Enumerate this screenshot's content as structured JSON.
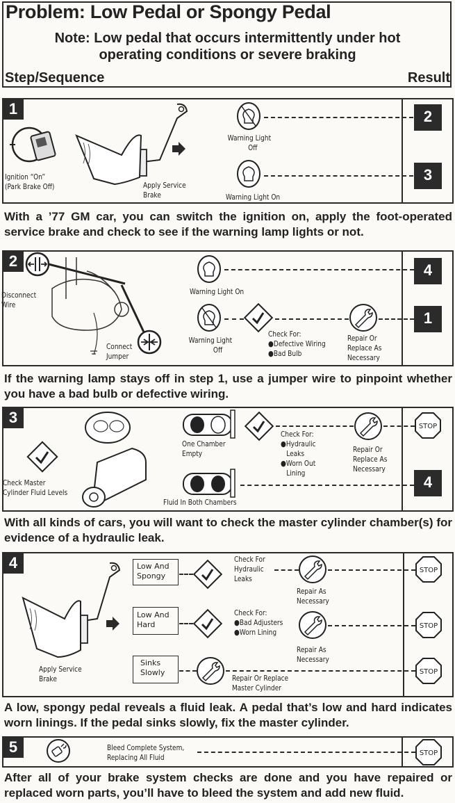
{
  "header": {
    "title": "Problem: Low Pedal or Spongy Pedal",
    "note_line1": "Note: Low pedal that occurs intermittently under hot",
    "note_line2": "operating conditions or severe braking",
    "col_left": "Step/Sequence",
    "col_right": "Result"
  },
  "steps": [
    {
      "number": "1",
      "labels": {
        "ignition_line1": "Ignition “On”",
        "ignition_line2": "(Park Brake Off)",
        "apply_line1": "Apply Service",
        "apply_line2": "Brake",
        "light_off_line1": "Warning Light",
        "light_off_line2": "Off",
        "light_on": "Warning Light On"
      },
      "results": [
        "2",
        "3"
      ],
      "icons": [
        "ignition-switch-icon",
        "foot-on-brake-pedal-icon",
        "arrow-right-icon",
        "bulb-off-icon",
        "bulb-on-icon"
      ],
      "caption": "With a ’77 GM car, you can switch the ignition on, apply the foot-operated service brake and check to see if the warning lamp lights or not."
    },
    {
      "number": "2",
      "labels": {
        "disconnect_line1": "Disconnect",
        "disconnect_line2": "Wire",
        "connect_line1": "Connect",
        "connect_line2": "Jumper",
        "light_on": "Warning Light On",
        "light_off_line1": "Warning Light",
        "light_off_line2": "Off",
        "check_for": "Check For:",
        "check_items": [
          "●Defective Wiring",
          "●Bad Bulb"
        ],
        "repair_line1": "Repair Or",
        "repair_line2": "Replace As",
        "repair_line3": "Necessary"
      },
      "results": [
        "4",
        "1"
      ],
      "icons": [
        "disconnect-wire-icon",
        "connect-jumper-icon",
        "bulb-on-icon",
        "bulb-off-icon",
        "check-diamond-icon",
        "wrench-icon"
      ],
      "caption": "If the warning lamp stays off in step 1, use a jumper wire to pinpoint whether you have a bad bulb or defective wiring."
    },
    {
      "number": "3",
      "labels": {
        "check_master_line1": "Check Master",
        "check_master_line2": "Cylinder Fluid Levels",
        "one_empty_line1": "One Chamber",
        "one_empty_line2": "Empty",
        "both_full": "Fluid In Both Chambers",
        "check_for": "Check For:",
        "check_items": [
          "●Hydraulic",
          "Leaks",
          "●Worn Out",
          "Lining"
        ],
        "repair_line1": "Repair Or",
        "repair_line2": "Replace  As",
        "repair_line3": "Necessary"
      },
      "results": [
        "STOP",
        "4"
      ],
      "icons": [
        "master-cylinder-icon",
        "check-diamond-icon",
        "chamber-one-empty-icon",
        "chamber-both-full-icon",
        "wrench-icon",
        "stop-sign-icon"
      ],
      "caption": "With all kinds of cars, you will want to check the master cylinder chamber(s) for evidence of a hydraulic leak."
    },
    {
      "number": "4",
      "labels": {
        "apply_line1": "Apply Service",
        "apply_line2": "Brake",
        "row1_box_line1": "Low And",
        "row1_box_line2": "Spongy",
        "row1_check_line1": "Check For",
        "row1_check_line2": "Hydraulic",
        "row1_check_line3": "Leaks",
        "row1_repair_line1": "Repair As",
        "row1_repair_line2": "Necessary",
        "row2_box_line1": "Low And",
        "row2_box_line2": "Hard",
        "row2_check_for": "Check For:",
        "row2_check_items": [
          "●Bad Adjusters",
          "●Worn Lining"
        ],
        "row2_repair_line1": "Repair As",
        "row2_repair_line2": "Necessary",
        "row3_box_line1": "Sinks",
        "row3_box_line2": "Slowly",
        "row3_repair_line1": "Repair Or Replace",
        "row3_repair_line2": "Master Cylinder"
      },
      "results": [
        "STOP",
        "STOP",
        "STOP"
      ],
      "icons": [
        "foot-on-brake-pedal-icon",
        "arrow-right-icon",
        "check-diamond-icon",
        "wrench-icon",
        "stop-sign-icon"
      ],
      "caption": "A low, spongy pedal reveals a fluid leak. A pedal that’s low and hard indicates worn linings. If the pedal sinks slowly, fix the master cylinder."
    },
    {
      "number": "5",
      "labels": {
        "bleed_line1": "Bleed Complete System,",
        "bleed_line2": "Replacing All Fluid"
      },
      "results": [
        "STOP"
      ],
      "icons": [
        "bleeder-valve-icon",
        "stop-sign-icon"
      ],
      "caption": "After all of your brake system checks are done and you have repaired or replaced worn parts, you’ll have to bleed the system and add new fluid."
    }
  ]
}
